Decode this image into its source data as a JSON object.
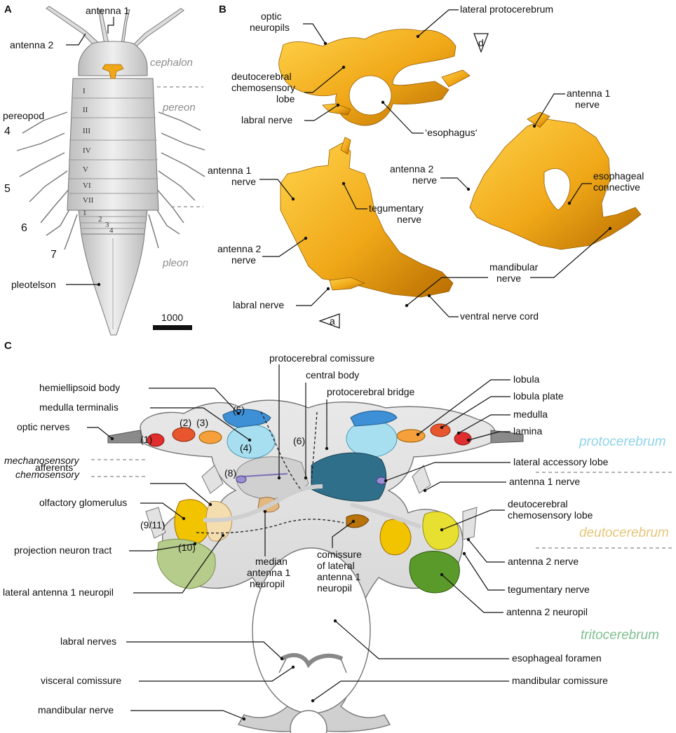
{
  "panels": {
    "a": "A",
    "b": "B",
    "c": "C"
  },
  "panel_a": {
    "labels": {
      "antenna1": "antenna 1",
      "antenna2": "antenna 2",
      "pereopod": "pereopod",
      "pleotelson": "pleotelson",
      "cephalon": "cephalon",
      "pereon": "pereon",
      "pleon": "pleon"
    },
    "leg_numbers": [
      "4",
      "5",
      "6",
      "7"
    ],
    "pereon_segments": [
      "I",
      "II",
      "III",
      "IV",
      "V",
      "VI",
      "VII"
    ],
    "pleon_segments": [
      "1",
      "2",
      "3",
      "4"
    ],
    "scale_bar": "1000"
  },
  "panel_b": {
    "labels": {
      "optic_neuropils_1": "optic",
      "optic_neuropils_2": "neuropils",
      "lateral_protocerebrum": "lateral protocerebrum",
      "deutocerebral_1": "deutocerebral",
      "deutocerebral_2": "chemosensory",
      "deutocerebral_3": "lobe",
      "labral_nerve_top": "labral nerve",
      "esophagus": "‘esophagus‘",
      "antenna1_nerve_right_1": "antenna 1",
      "antenna1_nerve_right_2": "nerve",
      "antenna2_nerve_right_1": "antenna 2",
      "antenna2_nerve_right_2": "nerve",
      "esophageal_connective_1": "esophageal",
      "esophageal_connective_2": "connective",
      "antenna1_nerve_left_1": "antenna 1",
      "antenna1_nerve_left_2": "nerve",
      "tegumentary_1": "tegumentary",
      "tegumentary_2": "nerve",
      "antenna2_nerve_left_1": "antenna 2",
      "antenna2_nerve_left_2": "nerve",
      "mandibular_1": "mandibular",
      "mandibular_2": "nerve",
      "labral_nerve_bottom": "labral nerve",
      "ventral_nerve_cord": "ventral nerve cord"
    },
    "orientation": {
      "dorsal": "d",
      "anterior": "a"
    }
  },
  "panel_c": {
    "labels": {
      "protocerebral_comissure": "protocerebral comissure",
      "central_body": "central body",
      "protocerebral_bridge": "protocerebral bridge",
      "hemiellipsoid_body": "hemiellipsoid body",
      "medulla_terminalis": "medulla terminalis",
      "optic_nerves": "optic nerves",
      "lobula": "lobula",
      "lobula_plate": "lobula plate",
      "medulla": "medulla",
      "lamina": "lamina",
      "mechanosensory": "mechanosensory",
      "afferents": "afferents",
      "chemosensory": "chemosensory",
      "lateral_accessory_lobe": "lateral accessory lobe",
      "antenna1_nerve": "antenna 1 nerve",
      "olfactory_glomerulus": "olfactory glomerulus",
      "deutocerebral_chemosensory_1": "deutocerebral",
      "deutocerebral_chemosensory_2": "chemosensory lobe",
      "projection_neuron_tract": "projection neuron tract",
      "antenna2_nerve": "antenna 2 nerve",
      "tegumentary_nerve": "tegumentary nerve",
      "lateral_antenna1_neuropil": "lateral antenna 1 neuropil",
      "median_1": "median",
      "median_2": "antenna 1",
      "median_3": "neuropil",
      "comissure_1": "comissure",
      "comissure_2": "of lateral",
      "comissure_3": "antenna 1",
      "comissure_4": "neuropil",
      "antenna2_neuropil": "antenna 2 neuropil",
      "labral_nerves": "labral nerves",
      "esophageal_foramen": "esophageal foramen",
      "visceral_comissure": "visceral comissure",
      "mandibular_comissure": "mandibular comissure",
      "mandibular_nerve": "mandibular nerve"
    },
    "markers": [
      "(1)",
      "(2)",
      "(3)",
      "(4)",
      "(5)",
      "(6)",
      "(8)",
      "(9/11)",
      "(10)"
    ],
    "regions": {
      "protocerebrum": "protocerebrum",
      "deutocerebrum": "deutocerebrum",
      "tritocerebrum": "tritocerebrum"
    }
  },
  "colors": {
    "protocerebrum": "#8fd3e8",
    "deutocerebrum": "#e6c77a",
    "tritocerebrum": "#7fbf8f",
    "render_orange": "#f0a818",
    "brain_gray": "#d9d9d9",
    "hemiellipsoid_blue": "#3d8fd6",
    "medulla_terminalis": "#a8dff0",
    "central_teal": "#2f6f8a",
    "lobula": "#f5a03a",
    "lamina_red": "#e02d2d",
    "glomerulus_yellow": "#f2c400",
    "antenna2_neuropil_green": "#5a9a2a"
  }
}
